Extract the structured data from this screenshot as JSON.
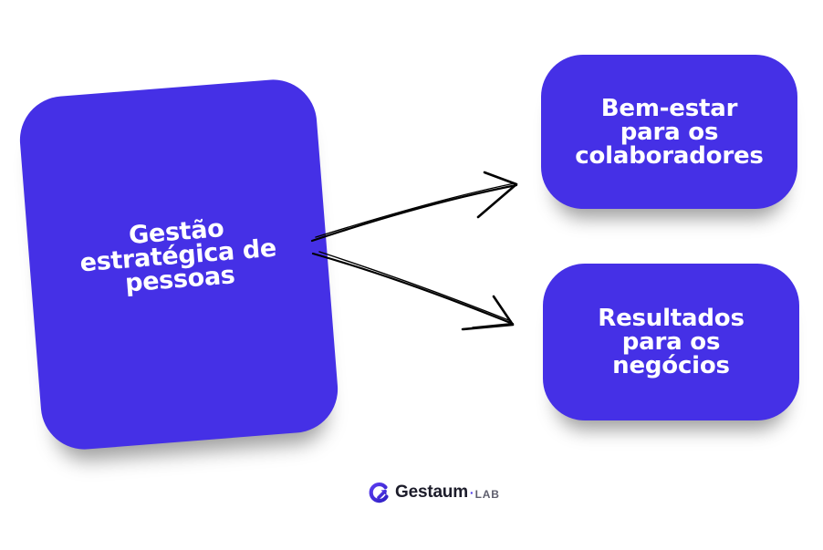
{
  "diagram": {
    "source_node": {
      "lines": [
        "Gestão",
        "estratégica de",
        "pessoas"
      ],
      "color": "#4530e6",
      "rotation_deg": -4.5
    },
    "target_nodes": [
      {
        "id": "wellbeing",
        "lines": [
          "Bem-estar",
          "para os",
          "colaboradores"
        ],
        "color": "#4530e6"
      },
      {
        "id": "results",
        "lines": [
          "Resultados",
          "para os",
          "negócios"
        ],
        "color": "#4530e6"
      }
    ],
    "edges": [
      {
        "from": "source",
        "to": "wellbeing",
        "style": "hand-drawn-arrow",
        "color": "#000000"
      },
      {
        "from": "source",
        "to": "results",
        "style": "hand-drawn-arrow",
        "color": "#000000"
      }
    ]
  },
  "branding": {
    "icon": "gestaum-g-arrow-icon",
    "name": "Gestaum",
    "separator": "·",
    "suffix": "LAB",
    "accent_color": "#4530e6"
  }
}
